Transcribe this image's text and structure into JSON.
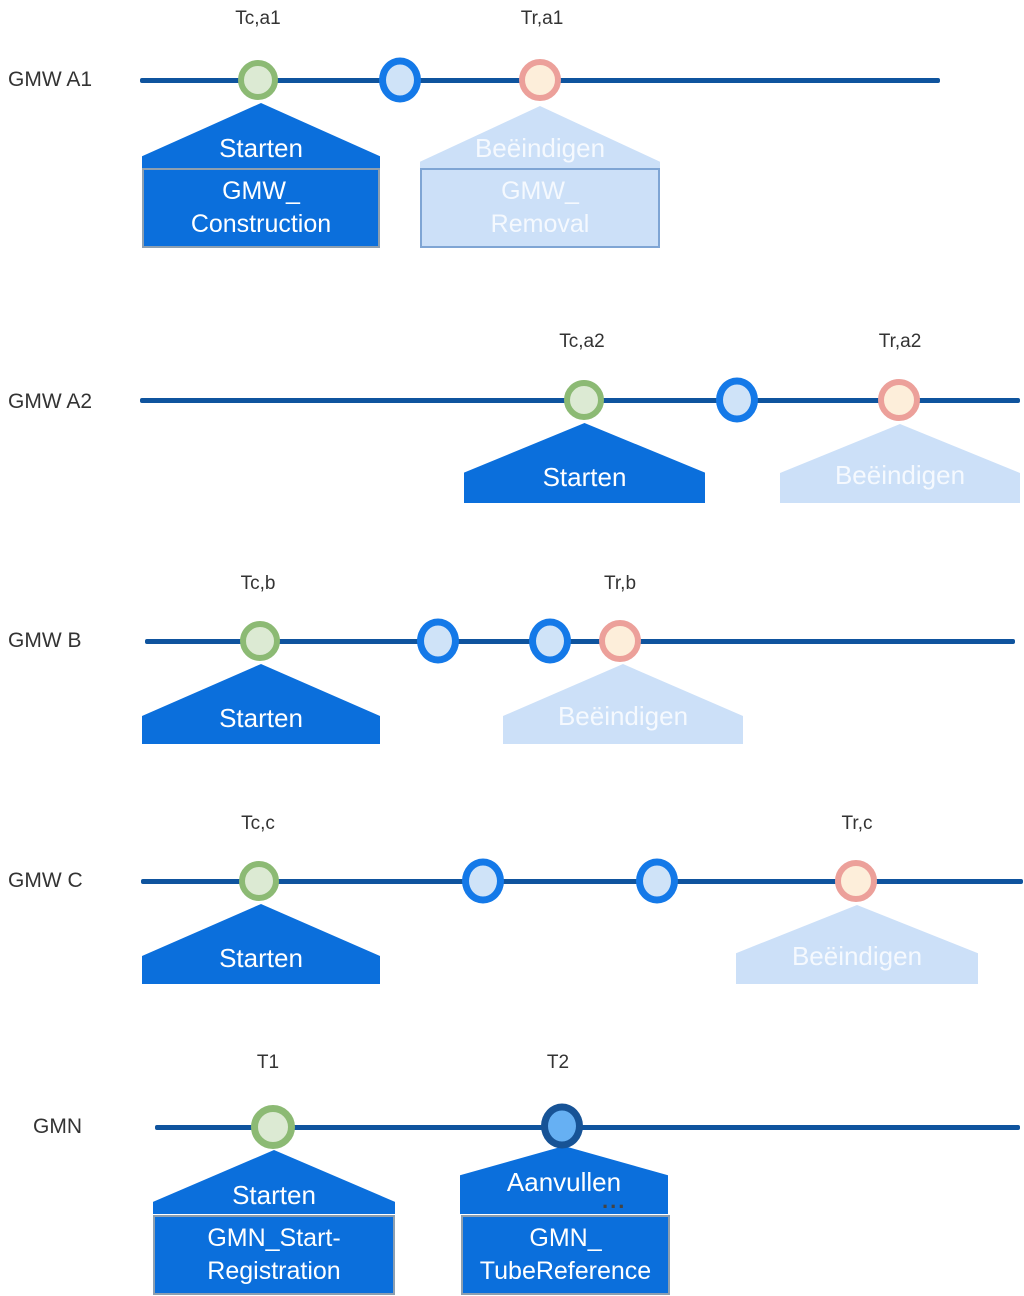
{
  "diagram": {
    "type": "lifecycle-timeline-diagram",
    "language": "nl",
    "colors": {
      "timeline": "#0f549e",
      "action_shape_active": "#0b6fdc",
      "action_shape_inactive": "#cce0f8",
      "start_marker_ring": "#8cba74",
      "start_marker_fill": "#dcead3",
      "intermediate_marker_ring": "#1479e8",
      "intermediate_marker_fill": "#cfe3f8",
      "removal_marker_ring": "#eca09a",
      "removal_marker_fill": "#fdeeda",
      "tube_reference_marker_ring": "#175396",
      "tube_reference_marker_fill": "#66b0f3",
      "label_text": "#333333",
      "shape_text": "#ffffff"
    }
  },
  "rows": [
    {
      "label": "GMW A1",
      "tc": "Tc,a1",
      "tr": "Tr,a1",
      "start": {
        "action": "Starten",
        "event_line1": "GMW_",
        "event_line2": "Construction"
      },
      "end": {
        "action": "Beëindigen",
        "event_line1": "GMW_",
        "event_line2": "Removal"
      }
    },
    {
      "label": "GMW A2",
      "tc": "Tc,a2",
      "tr": "Tr,a2",
      "start": {
        "action": "Starten"
      },
      "end": {
        "action": "Beëindigen"
      }
    },
    {
      "label": "GMW B",
      "tc": "Tc,b",
      "tr": "Tr,b",
      "start": {
        "action": "Starten"
      },
      "end": {
        "action": "Beëindigen"
      }
    },
    {
      "label": "GMW C",
      "tc": "Tc,c",
      "tr": "Tr,c",
      "start": {
        "action": "Starten"
      },
      "end": {
        "action": "Beëindigen"
      }
    },
    {
      "label": "GMN",
      "t1": "T1",
      "t2": "T2",
      "start": {
        "action": "Starten",
        "event_line1": "GMN_Start-",
        "event_line2": "Registration"
      },
      "t2_event": {
        "action": "Aanvullen",
        "ellipsis": "...",
        "event_line1": "GMN_",
        "event_line2": "TubeReference"
      }
    }
  ]
}
